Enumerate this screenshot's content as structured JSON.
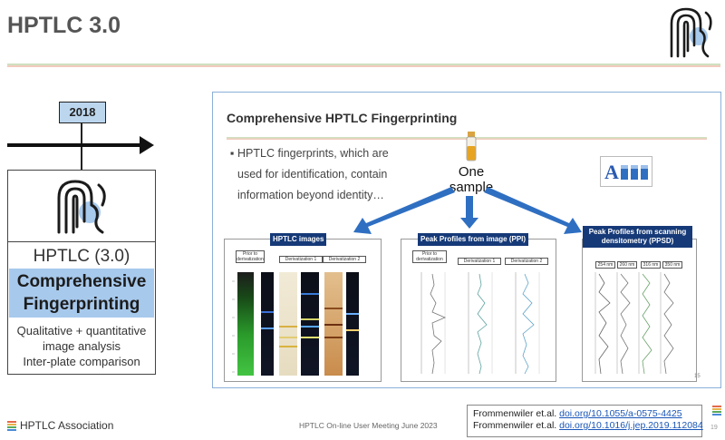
{
  "header": {
    "title": "HPTLC 3.0"
  },
  "timeline": {
    "year": "2018"
  },
  "card": {
    "heading": "HPTLC (3.0)",
    "highlight_line1": "Comprehensive",
    "highlight_line2": "Fingerprinting",
    "desc_line1": "Qualitative + quantitative",
    "desc_line2": "image analysis",
    "desc_line3": "Inter-plate comparison"
  },
  "slide": {
    "title": "Comprehensive HPTLC Fingerprinting",
    "bullet_line1": "HPTLC fingerprints, which are",
    "bullet_line2": "used for identification, contain",
    "bullet_line3": "information beyond identity…",
    "sample_line1": "One",
    "sample_line2": "sample",
    "page_number": "15",
    "panels": {
      "images": {
        "title": "HPTLC images",
        "labels": [
          "Prior to derivatization",
          "Derivatization 1",
          "Derivatization 2"
        ]
      },
      "ppi": {
        "title": "Peak Profiles from  image (PPI)",
        "labels": [
          "Prior to derivatization",
          "Derivatization 1",
          "Derivatization 2"
        ]
      },
      "ppsd": {
        "title": "Peak Profiles from  scanning densitometry (PPSD)",
        "labels": [
          "254 nm",
          "260 nm",
          "316 nm",
          "350 nm"
        ]
      }
    }
  },
  "footer": {
    "association": "HPTLC Association",
    "meeting": "HPTLC On-line User Meeting June 2023",
    "ref1_prefix": "Frommenwiler et.al.",
    "ref1_link": "doi.org/10.1055/a-0575-4425",
    "ref2_prefix": "Frommenwiler et.al.",
    "ref2_link": "doi.org/10.1016/j.jep.2019.112084",
    "page_number": "19"
  },
  "colors": {
    "accent_blue": "#2f6fc2",
    "highlight_blue": "#a7c9ec",
    "panel_title_bg": "#163a78",
    "rule_green": "#cfe0c0",
    "rule_peach": "#f2cbbf"
  }
}
